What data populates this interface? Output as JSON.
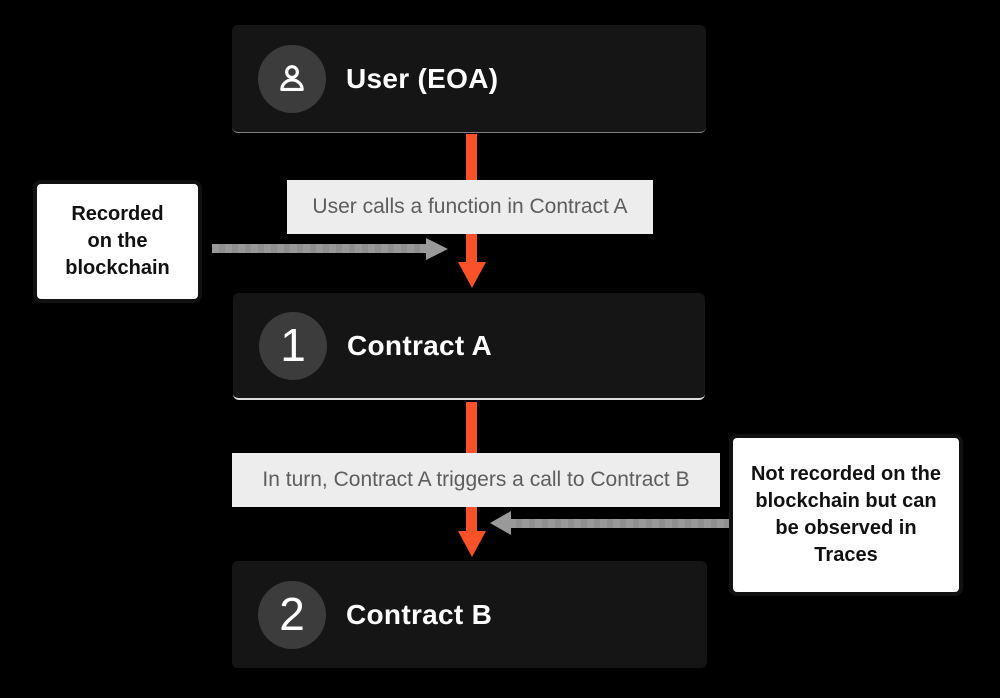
{
  "colors": {
    "background": "#000000",
    "accent": "#f95228",
    "arrow_gray": "#999999",
    "node_bg": "#151515",
    "node_text": "#ffffff",
    "badge_bg": "#3c3c3c",
    "label_bg": "#ededed",
    "label_text": "#5d5d5d",
    "annotation_bg": "#ffffff",
    "annotation_border": "#111111"
  },
  "nodes": {
    "user": {
      "title": "User (EOA)"
    },
    "contract_a": {
      "badge": "1",
      "title": "Contract A"
    },
    "contract_b": {
      "badge": "2",
      "title": "Contract B"
    }
  },
  "edges": {
    "user_to_a": {
      "label": "User calls a function in Contract A"
    },
    "a_to_b": {
      "label": "In turn, Contract A triggers a call to Contract B"
    }
  },
  "annotations": {
    "left": {
      "text": "Recorded\non the\nblockchain"
    },
    "right": {
      "text": "Not recorded on the\nblockchain but can\nbe observed in\nTraces"
    }
  }
}
